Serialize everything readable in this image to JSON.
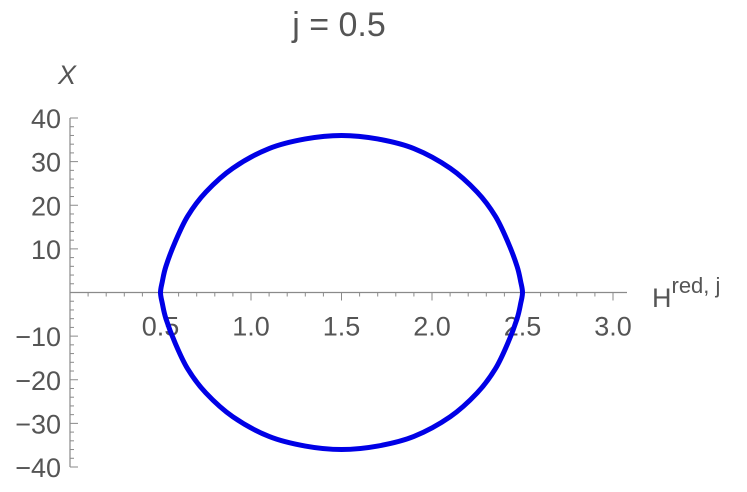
{
  "chart_data": {
    "type": "line",
    "title": "j = 0.5",
    "xlabel": {
      "base": "H",
      "superscript": "red, j"
    },
    "ylabel": "X",
    "xlim": [
      0,
      3.0
    ],
    "ylim": [
      -40,
      40
    ],
    "xticks": [
      0.5,
      1.0,
      1.5,
      2.0,
      2.5,
      3.0
    ],
    "xtick_labels": [
      "0.5",
      "1.0",
      "1.5",
      "2.0",
      "2.5",
      "3.0"
    ],
    "yticks": [
      -40,
      -30,
      -20,
      -10,
      10,
      20,
      30,
      40
    ],
    "ytick_labels": [
      "−40",
      "−30",
      "−20",
      "−10",
      "10",
      "20",
      "30",
      "40"
    ],
    "grid": false,
    "series": [
      {
        "color": "#0000e6",
        "closed": true,
        "x": [
          1.5,
          1.7,
          1.9,
          2.1,
          2.25,
          2.35,
          2.42,
          2.47,
          2.49,
          2.5,
          2.49,
          2.47,
          2.42,
          2.35,
          2.25,
          2.1,
          1.9,
          1.7,
          1.5,
          1.3,
          1.1,
          0.9,
          0.75,
          0.65,
          0.58,
          0.53,
          0.51,
          0.5,
          0.51,
          0.53,
          0.58,
          0.65,
          0.75,
          0.9,
          1.1,
          1.3
        ],
        "y": [
          36,
          35.2,
          33,
          28.5,
          23,
          17.5,
          11.5,
          6,
          2.5,
          0,
          -2.5,
          -6,
          -11.5,
          -17.5,
          -23,
          -28.5,
          -33,
          -35.2,
          -36,
          -35.2,
          -33,
          -28.5,
          -23,
          -17.5,
          -11.5,
          -6,
          -2.5,
          0,
          2.5,
          6,
          11.5,
          17.5,
          23,
          28.5,
          33,
          35.2
        ]
      }
    ]
  }
}
